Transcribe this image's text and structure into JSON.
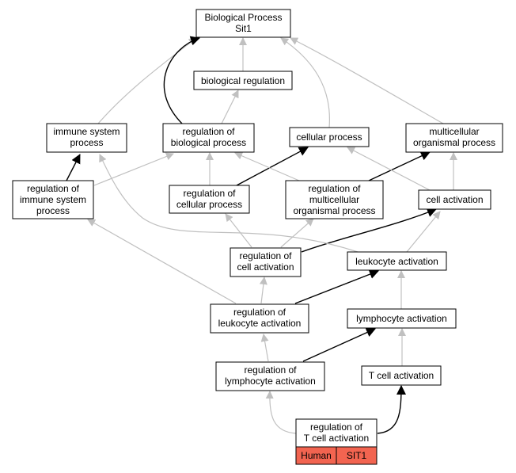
{
  "nodes": {
    "root": {
      "lines": [
        "Biological Process",
        "Sit1"
      ]
    },
    "biological_regulation": {
      "lines": [
        "biological regulation"
      ]
    },
    "immune_system_process": {
      "lines": [
        "immune system",
        "process"
      ]
    },
    "regulation_of_biological_process": {
      "lines": [
        "regulation of",
        "biological process"
      ]
    },
    "cellular_process": {
      "lines": [
        "cellular process"
      ]
    },
    "multicellular_organismal_process": {
      "lines": [
        "multicellular",
        "organismal process"
      ]
    },
    "regulation_of_immune_system_process": {
      "lines": [
        "regulation of",
        "immune system",
        "process"
      ]
    },
    "regulation_of_cellular_process": {
      "lines": [
        "regulation of",
        "cellular process"
      ]
    },
    "regulation_of_multicellular_organismal_process": {
      "lines": [
        "regulation of",
        "multicellular",
        "organismal process"
      ]
    },
    "cell_activation": {
      "lines": [
        "cell activation"
      ]
    },
    "regulation_of_cell_activation": {
      "lines": [
        "regulation of",
        "cell activation"
      ]
    },
    "leukocyte_activation": {
      "lines": [
        "leukocyte activation"
      ]
    },
    "regulation_of_leukocyte_activation": {
      "lines": [
        "regulation of",
        "leukocyte activation"
      ]
    },
    "lymphocyte_activation": {
      "lines": [
        "lymphocyte activation"
      ]
    },
    "regulation_of_lymphocyte_activation": {
      "lines": [
        "regulation of",
        "lymphocyte activation"
      ]
    },
    "t_cell_activation": {
      "lines": [
        "T cell activation"
      ]
    },
    "regulation_of_t_cell_activation": {
      "lines": [
        "regulation of",
        "T cell activation"
      ]
    }
  },
  "annotation": {
    "species": "Human",
    "gene": "SIT1",
    "color": "#f26450"
  },
  "colors": {
    "edge_gray": "#c0c0c0",
    "edge_black": "#000000"
  }
}
